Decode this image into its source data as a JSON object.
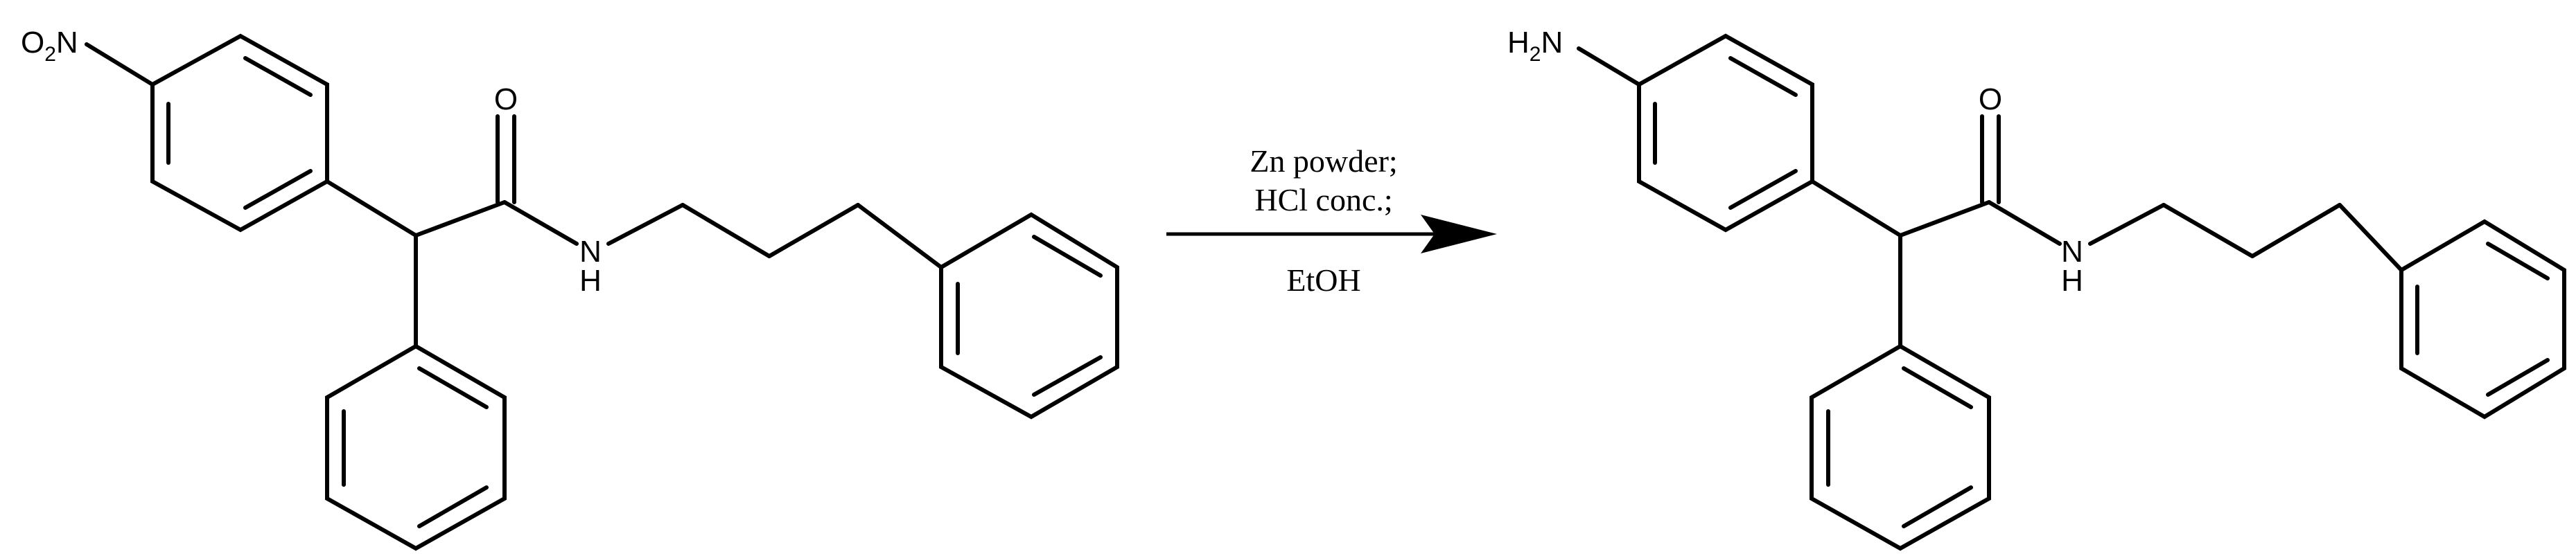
{
  "reactant": {
    "nitro": {
      "main": "O",
      "sub": "2",
      "tail": "N"
    },
    "carbonyl_o": "O",
    "amide_n": "N",
    "amide_h": "H"
  },
  "conditions": {
    "line1": "Zn powder;",
    "line2": "HCl conc.;",
    "line3": "EtOH"
  },
  "product": {
    "amine": {
      "main": "H",
      "sub": "2",
      "tail": "N"
    },
    "carbonyl_o": "O",
    "amide_n": "N",
    "amide_h": "H"
  }
}
